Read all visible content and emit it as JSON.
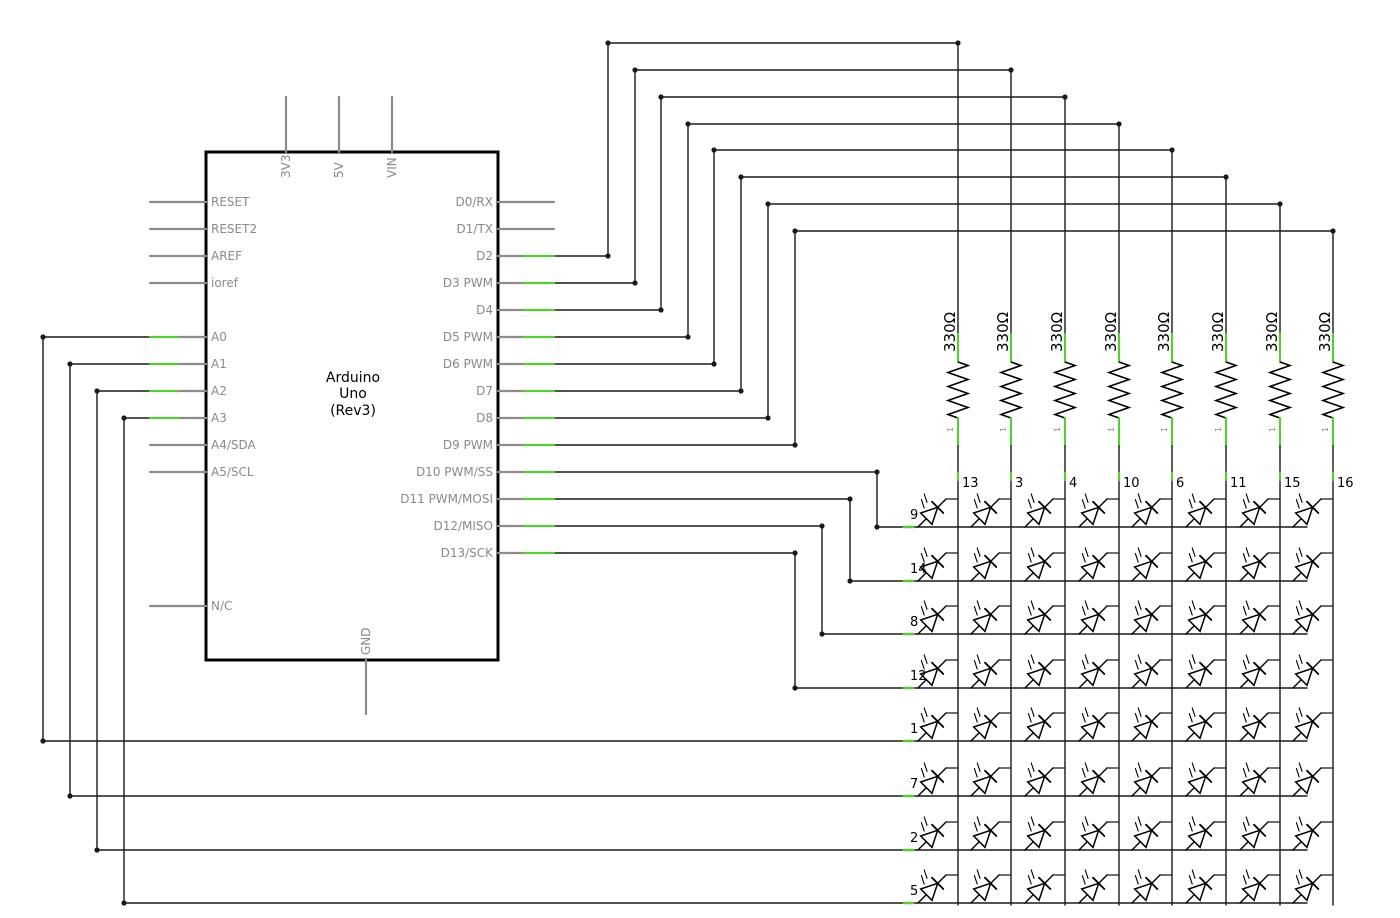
{
  "arduino": {
    "title": [
      "Arduino",
      "Uno",
      "(Rev3)"
    ],
    "top_pins": [
      "3V3",
      "5V",
      "VIN"
    ],
    "bottom_pin": "GND",
    "left_pins": [
      "RESET",
      "RESET2",
      "AREF",
      "ioref",
      "A0",
      "A1",
      "A2",
      "A3",
      "A4/SDA",
      "A5/SCL",
      "N/C"
    ],
    "right_pins": [
      "D0/RX",
      "D1/TX",
      "D2",
      "D3 PWM",
      "D4",
      "D5 PWM",
      "D6 PWM",
      "D7",
      "D8",
      "D9 PWM",
      "D10 PWM/SS",
      "D11 PWM/MOSI",
      "D12/MISO",
      "D13/SCK"
    ]
  },
  "resistors": {
    "value": "330Ω",
    "count": 8,
    "pin_mark": "1"
  },
  "matrix": {
    "column_pins": [
      "13",
      "3",
      "4",
      "10",
      "6",
      "11",
      "15",
      "16"
    ],
    "row_pins": [
      "9",
      "14",
      "8",
      "12",
      "1",
      "7",
      "2",
      "5"
    ]
  },
  "colors": {
    "wire": "#1a1a1a",
    "pin": "#8c8c8c",
    "connected_pin": "#5cc93b",
    "label": "#8a8a8a"
  }
}
